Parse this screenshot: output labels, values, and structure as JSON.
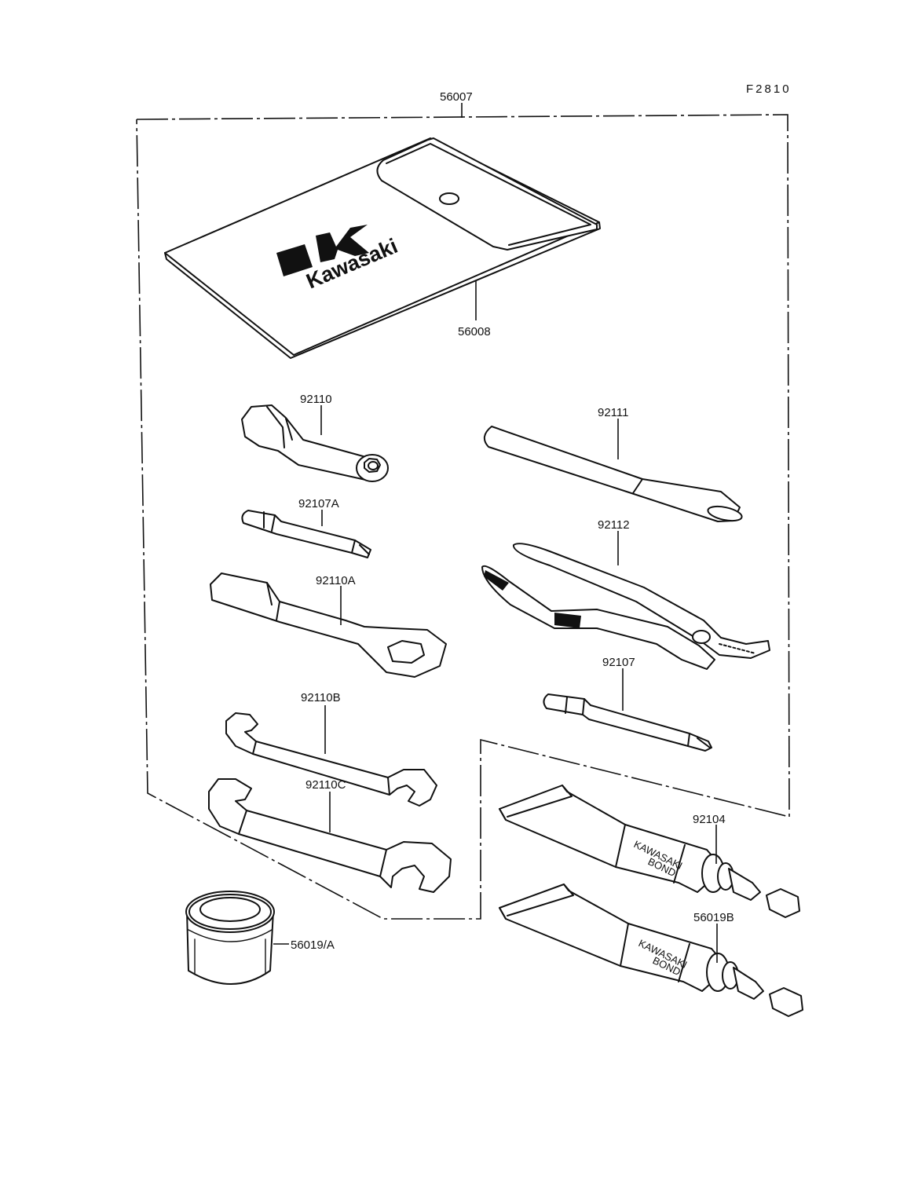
{
  "figure_code": "F2810",
  "brand_logo_text": "Kawasaki",
  "tube_print": {
    "line1": "KAWASAKI",
    "line2": "BOND"
  },
  "parts": [
    {
      "id": "56007",
      "label": "56007"
    },
    {
      "id": "56008",
      "label": "56008"
    },
    {
      "id": "92110",
      "label": "92110"
    },
    {
      "id": "92111",
      "label": "92111"
    },
    {
      "id": "92107A",
      "label": "92107A"
    },
    {
      "id": "92112",
      "label": "92112"
    },
    {
      "id": "92110A",
      "label": "92110A"
    },
    {
      "id": "92107",
      "label": "92107"
    },
    {
      "id": "92110B",
      "label": "92110B"
    },
    {
      "id": "92110C",
      "label": "92110C"
    },
    {
      "id": "92104",
      "label": "92104"
    },
    {
      "id": "56019B",
      "label": "56019B"
    },
    {
      "id": "56019A",
      "label": "56019/A"
    }
  ],
  "colors": {
    "ink": "#111111",
    "paper": "#ffffff"
  }
}
